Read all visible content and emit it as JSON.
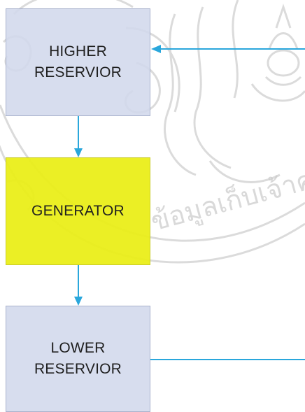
{
  "colors": {
    "connector": "#2aa7dc",
    "reservoir_fill": "#d2d8ec",
    "generator_fill": "#eaee14",
    "watermark": "#c9c9c9"
  },
  "nodes": {
    "higher_reservoir": {
      "line1": "HIGHER",
      "line2": "RESERVIOR"
    },
    "generator": {
      "line1": "GENERATOR"
    },
    "lower_reservoir": {
      "line1": "LOWER",
      "line2": "RESERVIOR"
    }
  },
  "watermark": {
    "icon": "university-seal-watermark",
    "text": "ข้อมูลเก็บเจ้าคุณ"
  }
}
